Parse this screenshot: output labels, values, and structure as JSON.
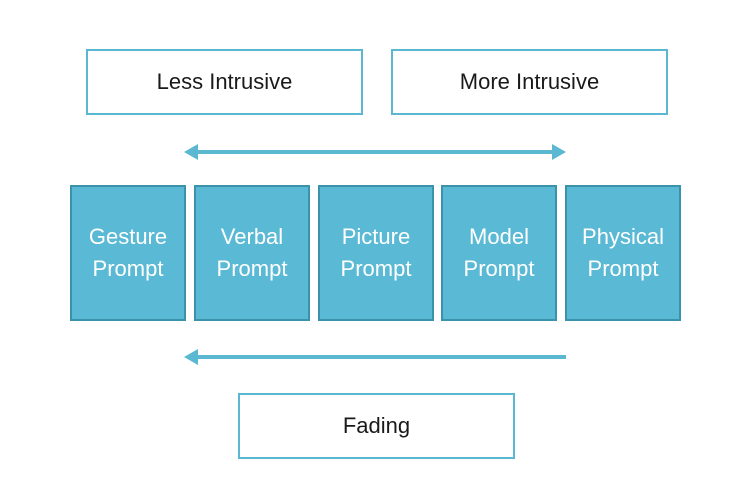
{
  "scale": {
    "left_label": "Less Intrusive",
    "right_label": "More Intrusive"
  },
  "prompts": [
    {
      "line1": "Gesture",
      "line2": "Prompt"
    },
    {
      "line1": "Verbal",
      "line2": "Prompt"
    },
    {
      "line1": "Picture",
      "line2": "Prompt"
    },
    {
      "line1": "Model",
      "line2": "Prompt"
    },
    {
      "line1": "Physical",
      "line2": "Prompt"
    }
  ],
  "fading": {
    "label": "Fading"
  },
  "colors": {
    "accent": "#5ab9d4",
    "accent_border": "#3a93ab",
    "arrow": "#5bb8d1",
    "text_dark": "#1a1a1a",
    "text_light": "#ffffff"
  }
}
